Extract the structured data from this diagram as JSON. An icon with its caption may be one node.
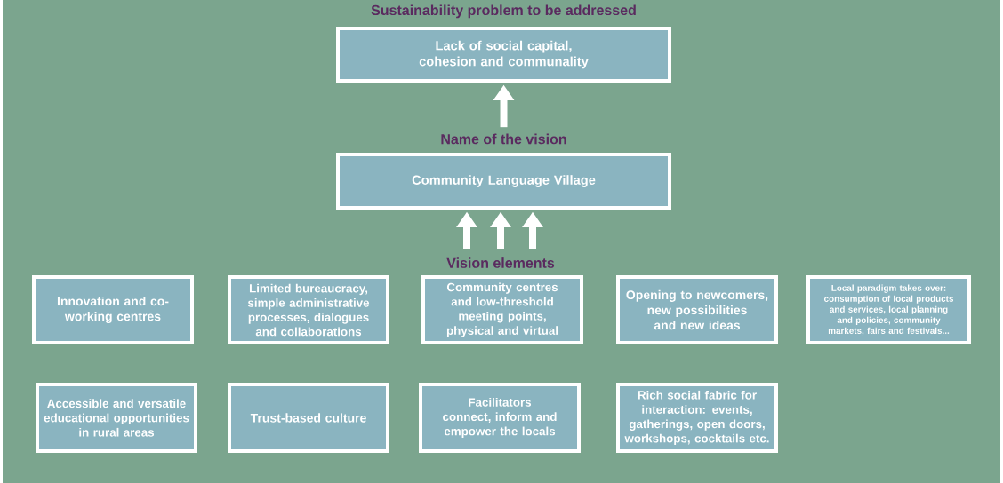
{
  "diagram": {
    "nodes": [
      {
        "text": [
          "Sustainability problem to be addressed",
          "Lack of social capital, cohesion and communality"
        ]
      },
      {
        "text": [
          "Name of the vision",
          "Community Language Village"
        ]
      },
      {
        "text": [
          "Innovation and co-working centres"
        ]
      },
      {
        "text": [
          "Limited bureaucracy, simple administrative processes, dialogues and collaborations"
        ]
      },
      {
        "text": [
          "Community centres and low-threshold meeting points, physical and virtual"
        ]
      },
      {
        "text": [
          "Opening to newcomers, new possibilities and new ideas"
        ]
      },
      {
        "text": [
          "Local paradigm takes over: consumption of local products and services, local planning and policies, community markets, fairs and festivals..."
        ]
      },
      {
        "text": [
          "Accessible and versatile educational opportunities in rural areas"
        ]
      },
      {
        "text": [
          "Trust-based culture"
        ]
      },
      {
        "text": [
          "Facilitators connect, inform and empower the locals"
        ]
      },
      {
        "text": [
          "Rich social fabric for interaction: events, gatherings, open doors, workshops, cocktails etc."
        ]
      }
    ],
    "edges": [
      {
        "from": 1,
        "to": 0,
        "arrow": "to"
      },
      {
        "from": null,
        "to": 1,
        "arrow": "to"
      },
      {
        "from": null,
        "to": 1,
        "arrow": "to"
      },
      {
        "from": null,
        "to": 1,
        "arrow": "to"
      }
    ],
    "labels": [
      "Vision elements"
    ]
  }
}
